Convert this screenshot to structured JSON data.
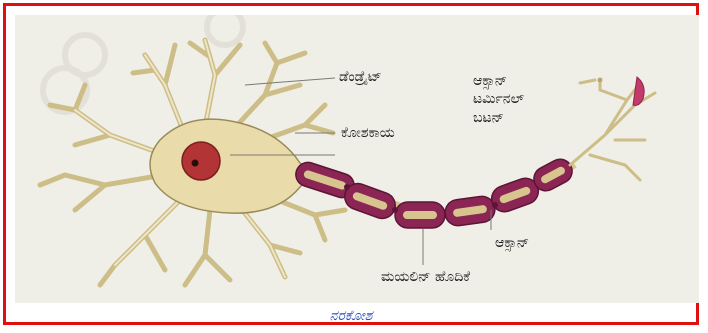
{
  "diagram": {
    "labels": {
      "dendrite": "ಡೆಂಡ್ರೈಟ್",
      "cell_body": "ಕೋಶಕಾಯ",
      "axon_terminal_line1": "ಆಕ್ಸಾನ್",
      "axon_terminal_line2": "ಟರ್ಮಿನಲ್",
      "axon_terminal_line3": "ಬಟನ್",
      "axon": "ಆಕ್ಸಾನ್",
      "myelin_sheath": "ಮಯಲಿನ್ ಹೊದಿಕೆ"
    },
    "caption": "ನರಕೋಶ"
  },
  "colors": {
    "frame_border": "#e01010",
    "background": "#efefe8",
    "cell_fill": "#e9dcaa",
    "cell_stroke": "#9a8a5a",
    "nucleus": "#b23434",
    "myelin_fill": "#8a2554",
    "myelin_inner": "#d8c48e",
    "caption": "#2a4fc0"
  }
}
